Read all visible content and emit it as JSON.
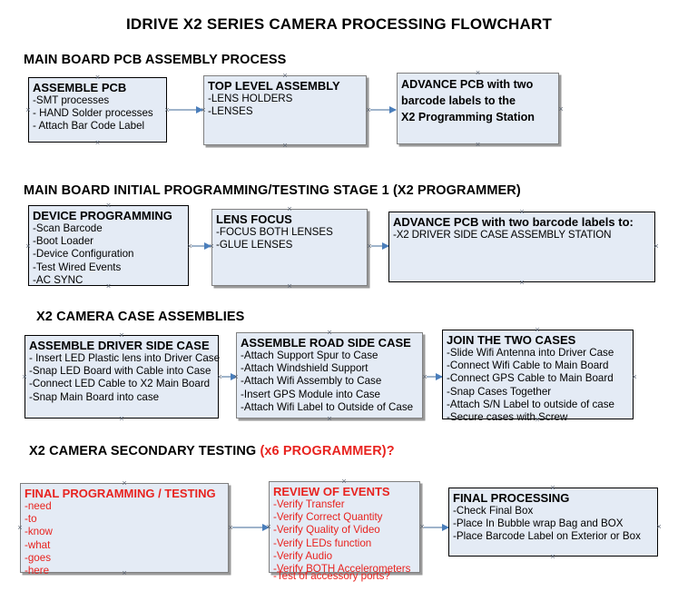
{
  "document": {
    "title": "IDRIVE X2  SERIES CAMERA PROCESSING FLOWCHART"
  },
  "colors": {
    "box_fill": "#e4ebf5",
    "box_border": "#000000",
    "box_border_gray": "#7f7f7f",
    "connector": "#9fb4cb",
    "arrowhead": "#4a7ebb",
    "accent_red": "#e8231f",
    "text": "#000000",
    "page_background": "#ffffff"
  },
  "sections": [
    {
      "id": "pcb-assembly",
      "heading": "MAIN BOARD PCB ASSEMBLY PROCESS",
      "heading_accent": "",
      "nodes": [
        {
          "id": "assemble-pcb",
          "title": "ASSEMBLE PCB",
          "lines": [
            "-SMT processes",
            "- HAND Solder processes",
            "- Attach Bar Code Label"
          ]
        },
        {
          "id": "top-level-assembly",
          "title": "TOP LEVEL ASSEMBLY",
          "lines": [
            "-LENS HOLDERS",
            "-LENSES"
          ]
        },
        {
          "id": "advance-pcb-to-programming-station",
          "title": "",
          "lines": [
            "ADVANCE PCB with two",
            "barcode labels to the",
            " X2 Programming Station"
          ]
        }
      ]
    },
    {
      "id": "initial-programming",
      "heading": "MAIN BOARD INITIAL PROGRAMMING/TESTING STAGE 1 (X2 PROGRAMMER)",
      "heading_accent": "",
      "nodes": [
        {
          "id": "device-programming",
          "title": "DEVICE PROGRAMMING",
          "lines": [
            "-Scan Barcode",
            "-Boot Loader",
            "-Device Configuration",
            "-Test Wired Events",
            "-AC SYNC"
          ]
        },
        {
          "id": "lens-focus",
          "title": "LENS FOCUS",
          "lines": [
            "-FOCUS BOTH LENSES",
            "-GLUE LENSES"
          ]
        },
        {
          "id": "advance-pcb-to-driver-side-case",
          "title": "ADVANCE PCB with two barcode labels to:",
          "lines": [
            "-X2 DRIVER  SIDE  CASE  ASSEMBLY STATION"
          ]
        }
      ]
    },
    {
      "id": "case-assemblies",
      "heading": "X2 CAMERA CASE ASSEMBLIES",
      "heading_accent": "",
      "nodes": [
        {
          "id": "assemble-driver-side-case",
          "title": "ASSEMBLE DRIVER SIDE CASE",
          "lines": [
            "- Insert LED Plastic lens into Driver Case",
            "-Snap LED Board with Cable into Case",
            "-Connect LED Cable to X2 Main Board",
            "-Snap Main Board into case"
          ]
        },
        {
          "id": "assemble-road-side-case",
          "title": "ASSEMBLE ROAD SIDE CASE",
          "lines": [
            "-Attach Support Spur to Case",
            "-Attach Windshield Support",
            "-Attach Wifi Assembly to Case",
            "-Insert GPS Module into Case",
            "-Attach Wifi Label to Outside of Case"
          ]
        },
        {
          "id": "join-the-two-cases",
          "title": "JOIN THE TWO CASES",
          "lines": [
            "-Slide Wifi Antenna into Driver Case",
            "-Connect Wifi Cable to Main Board",
            "-Connect GPS Cable to Main Board",
            "-Snap Cases Together",
            "-Attach S/N Label to outside of case",
            "-Secure cases with Screw"
          ]
        }
      ]
    },
    {
      "id": "secondary-testing",
      "heading": "X2 CAMERA SECONDARY TESTING ",
      "heading_accent": "(x6 PROGRAMMER)?",
      "nodes": [
        {
          "id": "final-programming-testing",
          "title": "FINAL PROGRAMMING / TESTING",
          "lines": [
            "-need",
            "-to",
            "-know",
            "-what",
            "-goes",
            "-here"
          ]
        },
        {
          "id": "review-of-events",
          "title": "REVIEW OF EVENTS",
          "lines": [
            "-Verify Transfer",
            "-Verify Correct Quantity",
            "-Verify Quality of Video",
            "-Verify LEDs function",
            "-Verify Audio",
            "-Verify BOTH Accelerometers",
            "-Test of accessory ports?"
          ]
        },
        {
          "id": "final-processing",
          "title": "FINAL PROCESSING",
          "lines": [
            " -Check Final Box",
            "-Place In Bubble wrap Bag and BOX",
            "-Place Barcode Label on Exterior or Box"
          ]
        }
      ]
    }
  ]
}
